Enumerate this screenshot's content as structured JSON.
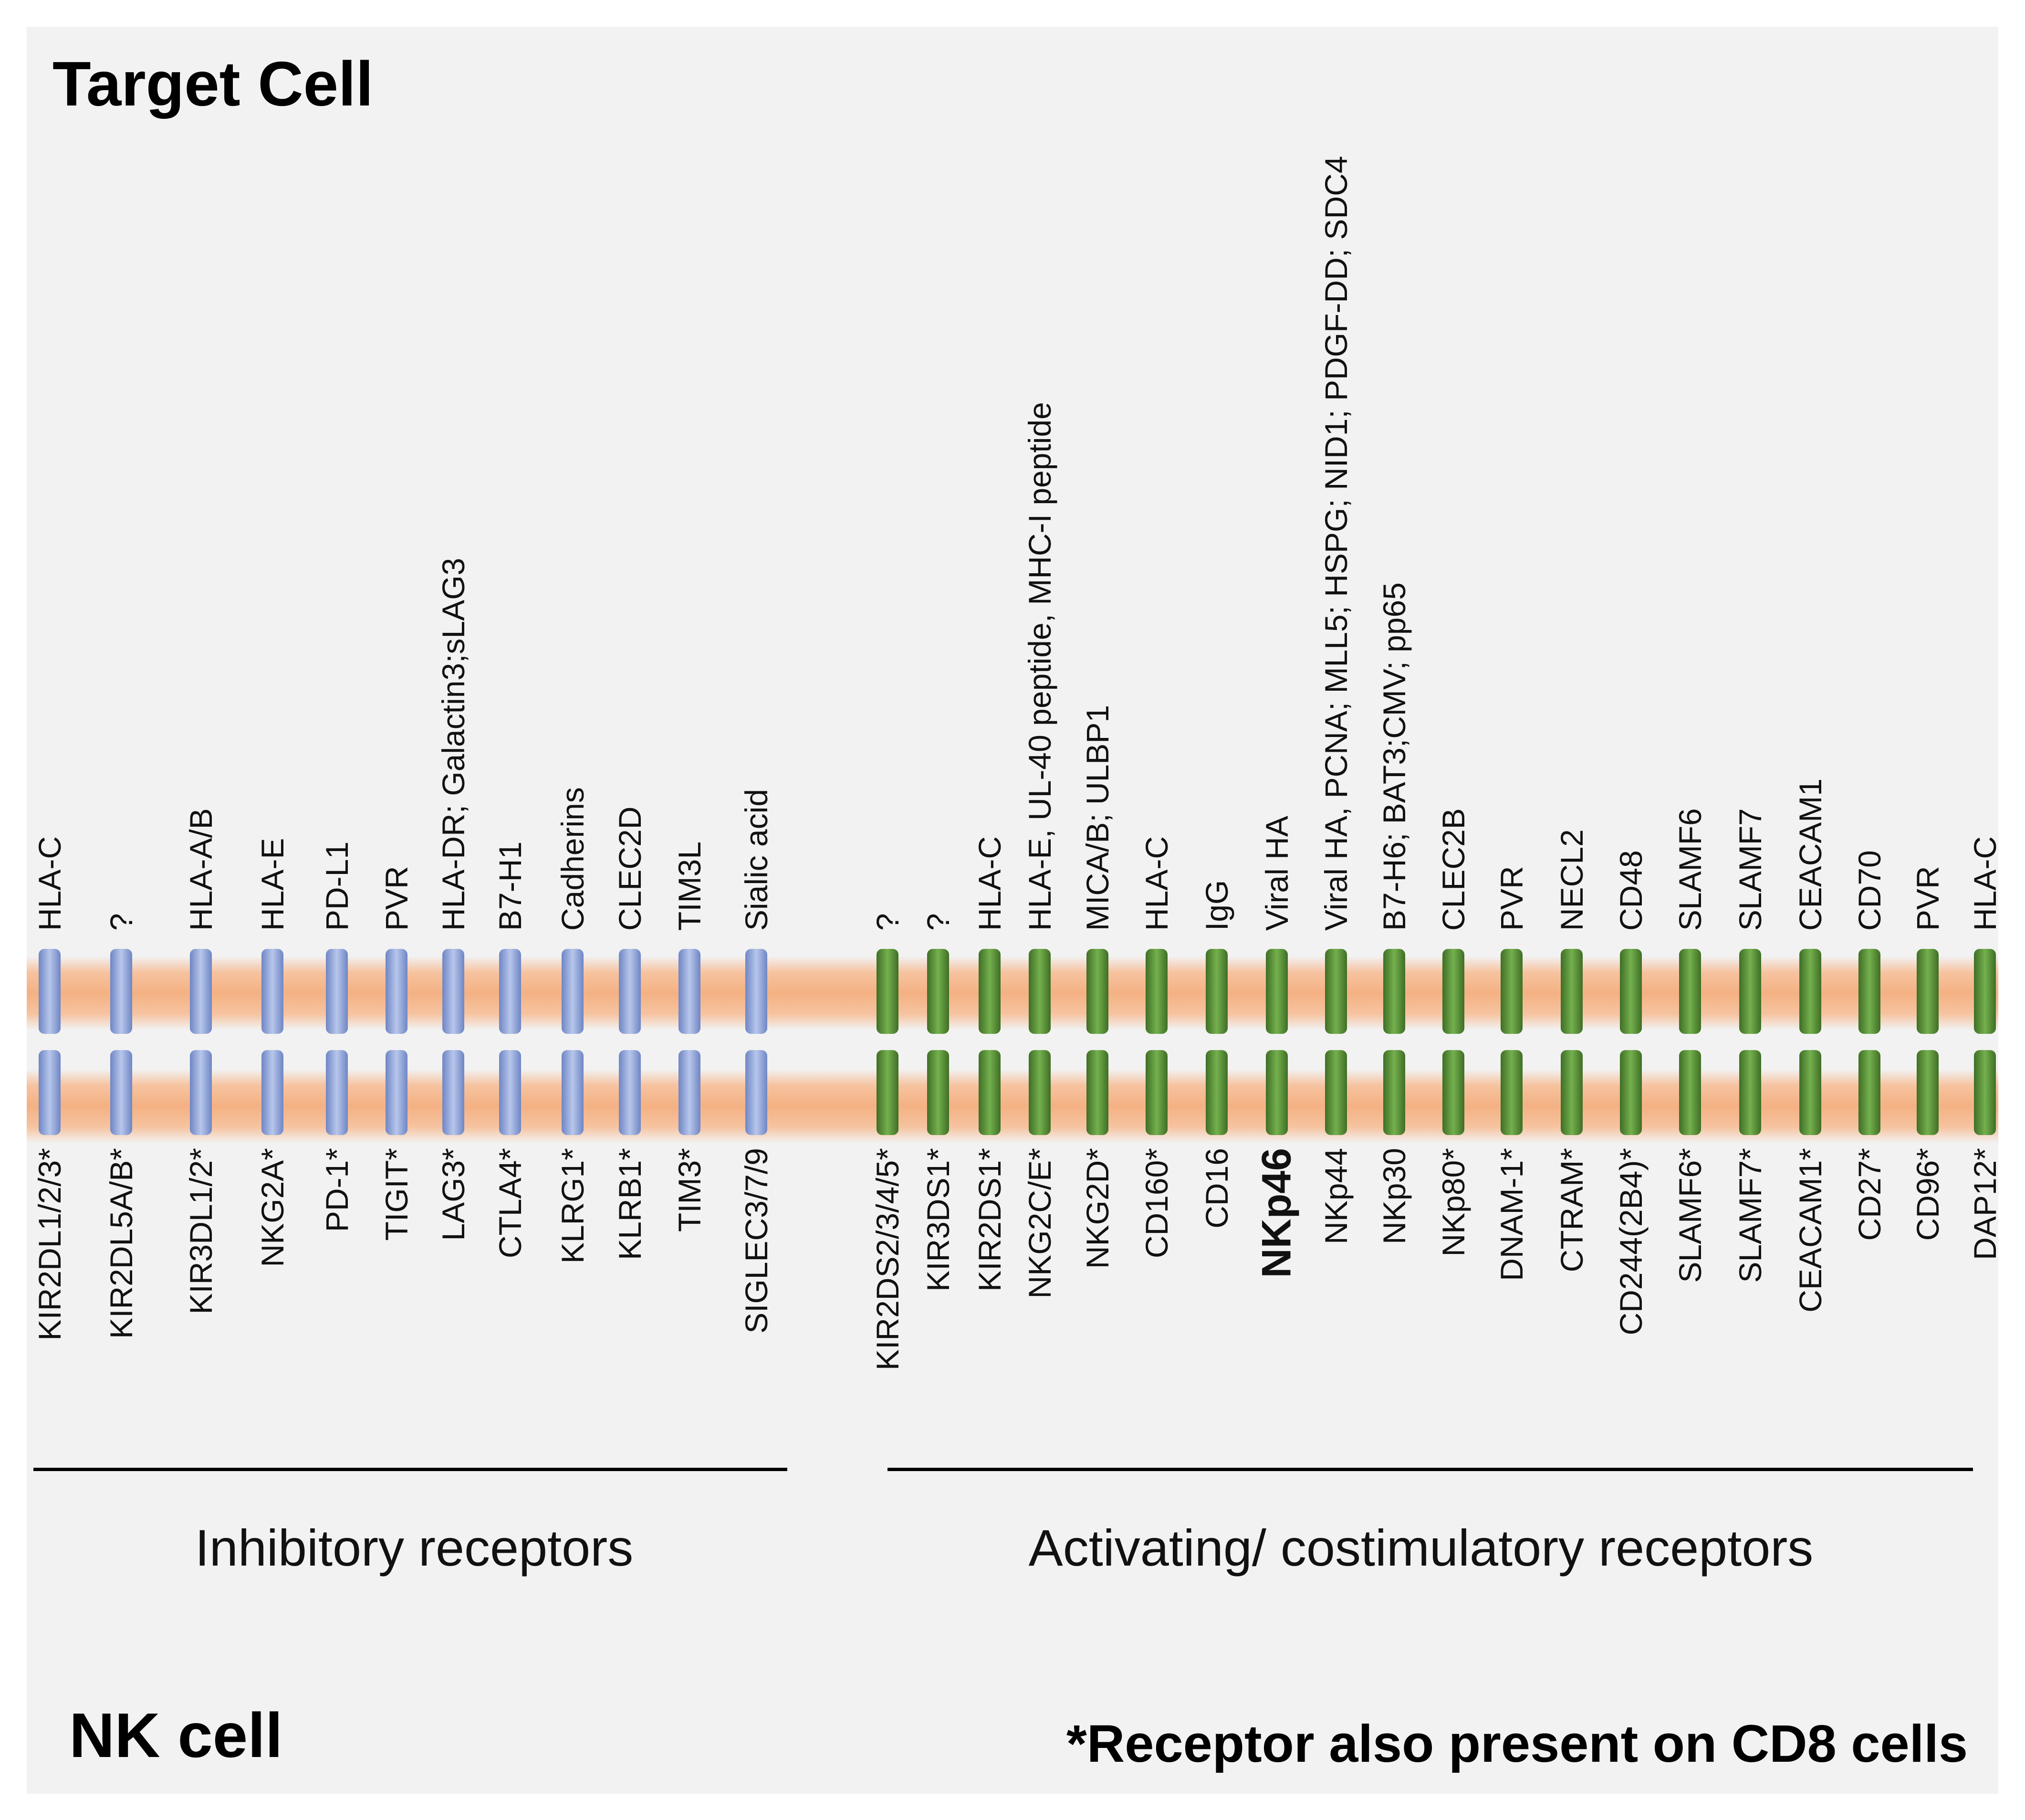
{
  "titles": {
    "target_cell": "Target Cell",
    "nk_cell": "NK cell",
    "footnote": "*Receptor also present on CD8 cells"
  },
  "groups": {
    "inhibitory": "Inhibitory receptors",
    "activating": "Activating/ costimulatory receptors"
  },
  "colors": {
    "inhibitory_receptor": "#9fb2e0",
    "activating_receptor": "#5f9a3a",
    "membrane": "#f4b183",
    "background": "#f2f2f2"
  },
  "receptors": [
    {
      "ligand": "HLA-C",
      "name": "KIR2DL1/2/3*",
      "type": "inhibitory"
    },
    {
      "ligand": "?",
      "name": "KIR2DL5A/B*",
      "type": "inhibitory"
    },
    {
      "ligand": "HLA-A/B",
      "name": "KIR3DL1/2*",
      "type": "inhibitory"
    },
    {
      "ligand": "HLA-E",
      "name": "NKG2A*",
      "type": "inhibitory"
    },
    {
      "ligand": "PD-L1",
      "name": "PD-1*",
      "type": "inhibitory"
    },
    {
      "ligand": "PVR",
      "name": "TIGIT*",
      "type": "inhibitory"
    },
    {
      "ligand": "HLA-DR; Galactin3;sLAG3",
      "name": "LAG3*",
      "type": "inhibitory"
    },
    {
      "ligand": "B7-H1",
      "name": "CTLA4*",
      "type": "inhibitory"
    },
    {
      "ligand": "Cadherins",
      "name": "KLRG1*",
      "type": "inhibitory"
    },
    {
      "ligand": "CLEC2D",
      "name": "KLRB1*",
      "type": "inhibitory"
    },
    {
      "ligand": "TIM3L",
      "name": "TIM3*",
      "type": "inhibitory"
    },
    {
      "ligand": "Sialic acid",
      "name": "SIGLEC3/7/9",
      "type": "inhibitory"
    },
    {
      "ligand": "?",
      "name": "KIR2DS2/3/4/5*",
      "type": "activating"
    },
    {
      "ligand": "?",
      "name": "KIR3DS1*",
      "type": "activating"
    },
    {
      "ligand": "HLA-C",
      "name": "KIR2DS1*",
      "type": "activating"
    },
    {
      "ligand": "HLA-E, UL-40 peptide, MHC-I peptide",
      "name": "NKG2C/E*",
      "type": "activating"
    },
    {
      "ligand": "MICA/B; ULBP1",
      "name": "NKG2D*",
      "type": "activating"
    },
    {
      "ligand": "HLA-C",
      "name": "CD160*",
      "type": "activating"
    },
    {
      "ligand": "IgG",
      "name": "CD16",
      "type": "activating"
    },
    {
      "ligand": "Viral HA",
      "name": "NKp46",
      "type": "activating",
      "bold": true
    },
    {
      "ligand": "Viral HA, PCNA; MLL5; HSPG; NID1; PDGF-DD; SDC4",
      "name": "NKp44",
      "type": "activating"
    },
    {
      "ligand": "B7-H6; BAT3;CMV; pp65",
      "name": "NKp30",
      "type": "activating"
    },
    {
      "ligand": "CLEC2B",
      "name": "NKp80*",
      "type": "activating"
    },
    {
      "ligand": "PVR",
      "name": "DNAM-1*",
      "type": "activating"
    },
    {
      "ligand": "NECL2",
      "name": "CTRAM*",
      "type": "activating"
    },
    {
      "ligand": "CD48",
      "name": "CD244(2B4)*",
      "type": "activating"
    },
    {
      "ligand": "SLAMF6",
      "name": "SLAMF6*",
      "type": "activating"
    },
    {
      "ligand": "SLAMF7",
      "name": "SLAMF7*",
      "type": "activating"
    },
    {
      "ligand": "CEACAM1",
      "name": "CEACAM1*",
      "type": "activating"
    },
    {
      "ligand": "CD70",
      "name": "CD27*",
      "type": "activating"
    },
    {
      "ligand": "PVR",
      "name": "CD96*",
      "type": "activating"
    },
    {
      "ligand": "HLA-C",
      "name": "DAP12*",
      "type": "activating"
    }
  ]
}
